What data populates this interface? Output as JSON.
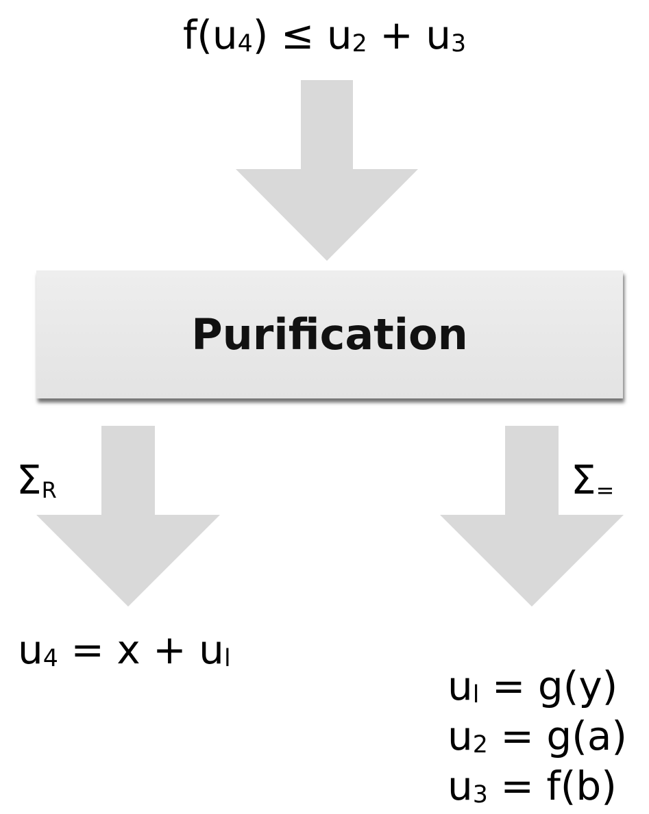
{
  "diagram": {
    "input_formula": {
      "f": "f(u",
      "f_sub": "4",
      "rel": ") ≤ u",
      "rel_sub": "2",
      "plus": " + u",
      "plus_sub": "3"
    },
    "process_label": "Purification",
    "left_branch": {
      "sigma": "Σ",
      "sigma_sub": "R",
      "formula_a": "u",
      "formula_a_sub": "4",
      "formula_b": " = x + u",
      "formula_b_sub": "l"
    },
    "right_branch": {
      "sigma": "Σ",
      "sigma_sub": "=",
      "equations": [
        {
          "lhs": "u",
          "sub": "l",
          "rhs": " = g(y)"
        },
        {
          "lhs": "u",
          "sub": "2",
          "rhs": " = g(a)"
        },
        {
          "lhs": "u",
          "sub": "3",
          "rhs": " = f(b)"
        }
      ]
    },
    "colors": {
      "arrow": "#d9d9d9",
      "box": "#e8e8e8",
      "text": "#000000"
    }
  }
}
